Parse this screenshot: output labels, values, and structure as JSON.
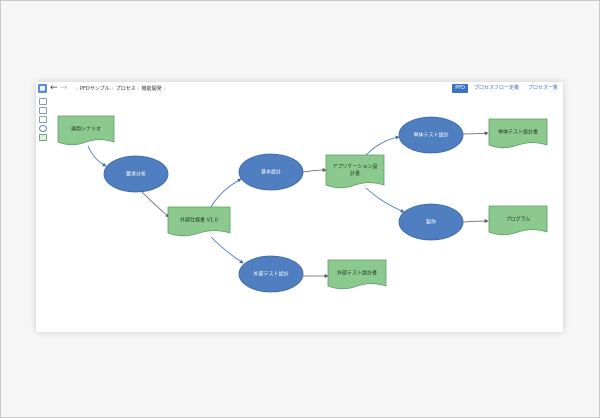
{
  "toolbar": {
    "logo": "■",
    "back": "←",
    "forward": "→",
    "breadcrumb": [
      "PFDサンプル",
      "プロセス",
      "機能開発"
    ],
    "breadcrumb_separator": "›",
    "tabs": [
      "PFD",
      "プロセスフロー定義",
      "プロセス一覧"
    ],
    "active_tab": "PFD"
  },
  "side_tools": [
    "document-tool",
    "text-tool",
    "rectangle-tool",
    "ellipse-tool",
    "artifact-tool"
  ],
  "diagram": {
    "colors": {
      "process_fill": "#4f7fc1",
      "process_stroke": "#3a67a5",
      "artifact_fill": "#8cc98f",
      "artifact_stroke": "#5d9c62",
      "edge": "#5a5a5a",
      "edge_blue": "#3a6fb5"
    },
    "nodes": {
      "a1": {
        "kind": "artifact",
        "label": "運用シナリオ"
      },
      "p1": {
        "kind": "process",
        "label": "要求分析"
      },
      "a2": {
        "kind": "artifact",
        "label": "外部仕様書 V1.0"
      },
      "p2": {
        "kind": "process",
        "label": "基本設計"
      },
      "p3": {
        "kind": "process",
        "label": "外部テスト設計"
      },
      "a3": {
        "kind": "artifact",
        "label": "外部テスト設計書"
      },
      "a4": {
        "kind": "artifact",
        "label_lines": [
          "アプリケーション設",
          "計書"
        ]
      },
      "p4": {
        "kind": "process",
        "label": "単体テスト設計"
      },
      "a5": {
        "kind": "artifact",
        "label": "単体テスト設計書"
      },
      "p5": {
        "kind": "process",
        "label": "製作"
      },
      "a6": {
        "kind": "artifact",
        "label": "プログラム"
      }
    },
    "edges": [
      {
        "from": "a1",
        "to": "p1"
      },
      {
        "from": "p1",
        "to": "a2"
      },
      {
        "from": "a2",
        "to": "p2"
      },
      {
        "from": "a2",
        "to": "p3"
      },
      {
        "from": "p2",
        "to": "a4"
      },
      {
        "from": "p3",
        "to": "a3"
      },
      {
        "from": "a4",
        "to": "p4"
      },
      {
        "from": "a4",
        "to": "p5"
      },
      {
        "from": "p4",
        "to": "a5"
      },
      {
        "from": "p5",
        "to": "a6"
      }
    ]
  }
}
